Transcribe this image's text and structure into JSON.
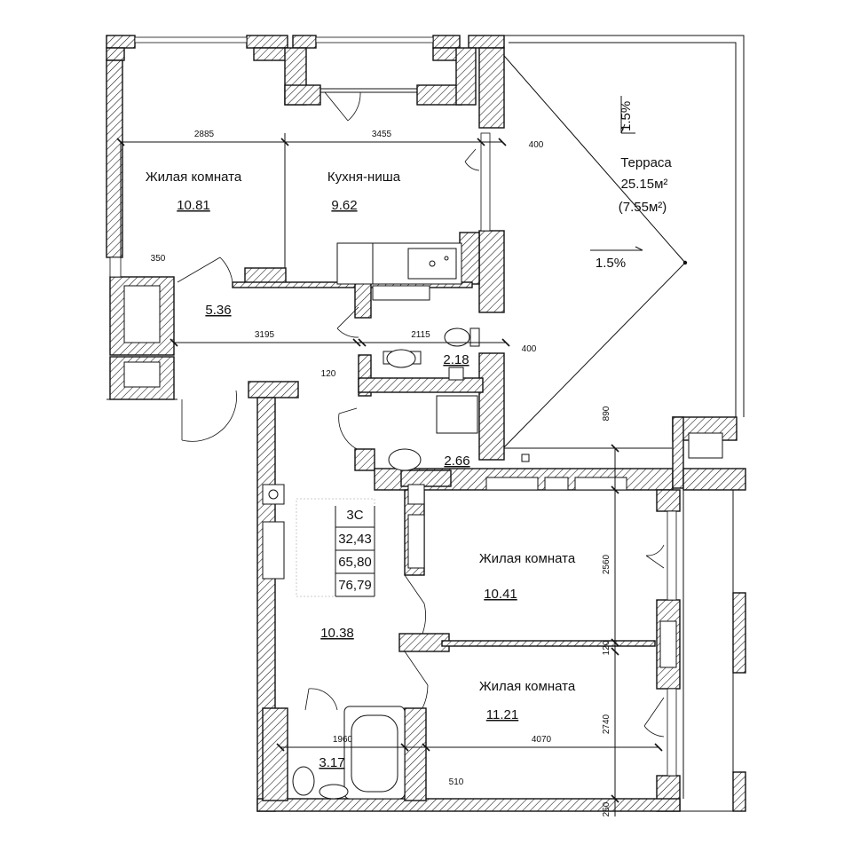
{
  "rooms": {
    "living_top": {
      "name": "Жилая комната",
      "area": "10.81"
    },
    "kitchen": {
      "name": "Кухня-ниша",
      "area": "9.62"
    },
    "hall": {
      "area": "5.36"
    },
    "wc_small": {
      "area": "2.18"
    },
    "bath_mid": {
      "area": "2.66"
    },
    "corridor": {
      "area": "10.38"
    },
    "living_mid": {
      "name": "Жилая комната",
      "area": "10.41"
    },
    "living_bottom": {
      "name": "Жилая комната",
      "area": "11.21"
    },
    "bath_bottom": {
      "area": "3.17"
    }
  },
  "terrace": {
    "name": "Терраса",
    "area": "25.15м²",
    "area_reduced": "(7.55м²)",
    "slope_top": "1.5%",
    "slope_mid": "1.5%"
  },
  "dimensions": {
    "d2885": "2885",
    "d3455": "3455",
    "d400a": "400",
    "d350": "350",
    "d3195": "3195",
    "d2115": "2115",
    "d120a": "120",
    "d400b": "400",
    "d890": "890",
    "d2560": "2560",
    "d120b": "120",
    "d2740": "2740",
    "d1960": "1960",
    "d4070": "4070",
    "d510": "510",
    "d250": "250"
  },
  "apartment_table": {
    "type": "3С",
    "living_area": "32,43",
    "total_area": "65,80",
    "total_with_terrace": "76,79"
  }
}
